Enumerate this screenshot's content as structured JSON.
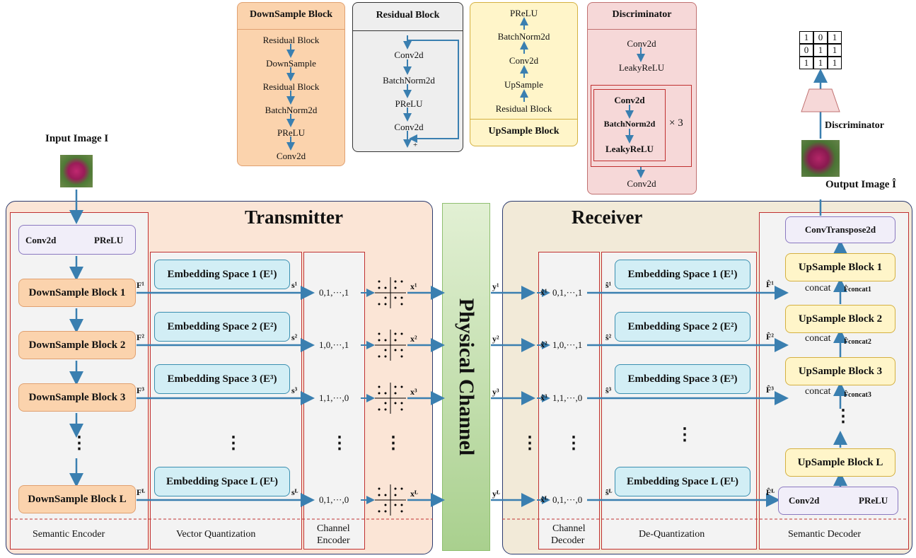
{
  "top_blocks": {
    "downsample": {
      "title": "DownSample Block",
      "items": [
        "Residual Block",
        "DownSample",
        "Residual Block",
        "BatchNorm2d",
        "PReLU",
        "Conv2d"
      ]
    },
    "residual": {
      "title": "Residual Block",
      "items": [
        "Conv2d",
        "BatchNorm2d",
        "PReLU",
        "Conv2d"
      ],
      "plus": "+"
    },
    "upsample": {
      "title": "UpSample Block",
      "items": [
        "PReLU",
        "BatchNorm2d",
        "Conv2d",
        "UpSample",
        "Residual Block"
      ]
    },
    "discriminator": {
      "title": "Discriminator",
      "items_top": [
        "Conv2d",
        "LeakyReLU"
      ],
      "items_inner": [
        "Conv2d",
        "BatchNorm2d",
        "LeakyReLU"
      ],
      "repeat": "× 3",
      "items_bottom": [
        "Conv2d"
      ]
    }
  },
  "input_label": "Input Image I",
  "output_label": "Output Image Î",
  "disc_label": "Discriminator",
  "matrix": [
    [
      "1",
      "0",
      "1"
    ],
    [
      "0",
      "1",
      "1"
    ],
    [
      "1",
      "1",
      "1"
    ]
  ],
  "transmitter": {
    "title": "Transmitter",
    "conv": "Conv2d",
    "prelu": "PReLU",
    "down_blocks": [
      "DownSample Block 1",
      "DownSample Block 2",
      "DownSample Block 3",
      "DownSample Block L"
    ],
    "embeddings": [
      "Embedding Space 1 (E¹)",
      "Embedding Space 2 (E²)",
      "Embedding Space 3 (E³)",
      "Embedding Space L (Eᴸ)"
    ],
    "F_labels": [
      "F¹",
      "F²",
      "F³",
      "Fᴸ"
    ],
    "s_labels": [
      "s¹",
      "s²",
      "s³",
      "sᴸ"
    ],
    "codes": [
      "0,1,···,1",
      "1,0,···,1",
      "1,1,···,0",
      "0,1,···,0"
    ],
    "x_labels": [
      "x¹",
      "x²",
      "x³",
      "xᴸ"
    ],
    "sections": [
      "Semantic Encoder",
      "Vector Quantization",
      "Channel",
      "Encoder"
    ]
  },
  "channel": "Physical Channel",
  "receiver": {
    "title": "Receiver",
    "y_labels": [
      "y¹",
      "y²",
      "y³",
      "yᴸ"
    ],
    "xhat_labels": [
      "x̂¹",
      "x̂²",
      "x̂³",
      "x̂ᴸ"
    ],
    "codes": [
      "0,1,···,1",
      "1,0,···,1",
      "1,1,···,0",
      "0,1,···,0"
    ],
    "shat_labels": [
      "ŝ¹",
      "ŝ²",
      "ŝ³",
      "ŝᴸ"
    ],
    "embeddings": [
      "Embedding Space 1 (E¹)",
      "Embedding Space 2 (E²)",
      "Embedding Space 3 (E³)",
      "Embedding Space L (Eᴸ)"
    ],
    "Fhat_labels": [
      "F̂¹",
      "F̂²",
      "F̂³",
      "F̂ᴸ"
    ],
    "up_blocks": [
      "UpSample Block 1",
      "UpSample Block 2",
      "UpSample Block 3",
      "UpSample Block L"
    ],
    "convT": "ConvTranspose2d",
    "conv": "Conv2d",
    "prelu": "PReLU",
    "concat": "concat",
    "Fconcat": [
      "F̂concat1",
      "F̂concat2",
      "F̂concat3"
    ],
    "sections": [
      "Channel",
      "Decoder",
      "De-Quantization",
      "Semantic Decoder"
    ]
  }
}
